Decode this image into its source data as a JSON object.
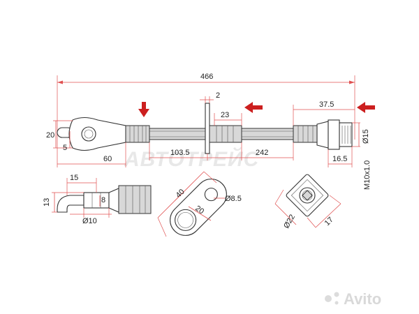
{
  "dimensions": {
    "overall_length": "466",
    "flange_thickness": "2",
    "mid_fitting": "23",
    "end_fitting": "37.5",
    "bracket_height": "20",
    "bracket_hole": "5",
    "end_diameter": "Ø15",
    "banjo_length": "60",
    "mid_offset": "103.5",
    "hose_span": "242",
    "thread_length": "16.5",
    "thread_spec": "M10x1.0",
    "pipe_offset": "15",
    "pipe_height": "13",
    "pipe_inner": "8",
    "pipe_diameter": "Ø10",
    "plate_length": "40",
    "plate_width": "20",
    "plate_hole": "Ø8.5",
    "nut_diameter": "Ø22",
    "nut_size": "17"
  },
  "watermark": {
    "brand": "АВТОТРЕЙС",
    "marketplace": "Avito"
  },
  "colors": {
    "arrow": "#cc1f1f",
    "dimension_line": "#e05050",
    "outline": "#333333"
  }
}
